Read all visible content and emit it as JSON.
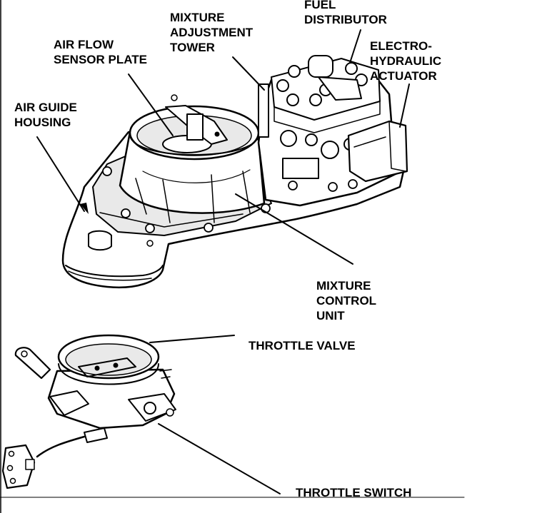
{
  "labels": {
    "fuel_distributor": [
      "FUEL",
      "DISTRIBUTOR"
    ],
    "mixture_adjustment_tower": [
      "MIXTURE",
      "ADJUSTMENT",
      "TOWER"
    ],
    "air_flow_sensor_plate": [
      "AIR FLOW",
      "SENSOR PLATE"
    ],
    "electro_hydraulic_actuator": [
      "ELECTRO-",
      "HYDRAULIC",
      "ACTUATOR"
    ],
    "air_guide_housing": [
      "AIR GUIDE",
      "HOUSING"
    ],
    "mixture_control_unit": [
      "MIXTURE",
      "CONTROL",
      "UNIT"
    ],
    "throttle_valve": [
      "THROTTLE VALVE"
    ],
    "throttle_switch": [
      "THROTTLE SWITCH"
    ]
  },
  "colors": {
    "ink": "#000000",
    "background": "#ffffff"
  }
}
